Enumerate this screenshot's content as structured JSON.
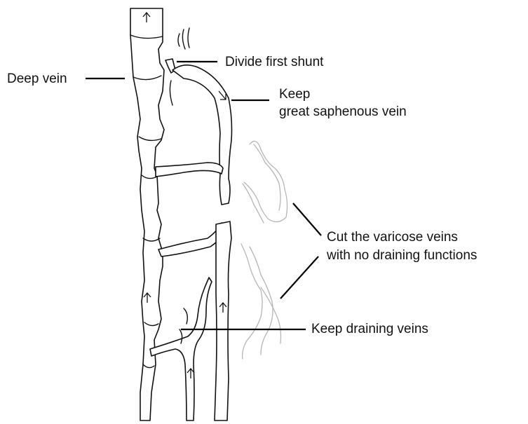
{
  "labels": {
    "deep_vein": "Deep vein",
    "divide_first_shunt": "Divide first shunt",
    "keep_gsv_line1": "Keep",
    "keep_gsv_line2": "great saphenous vein",
    "cut_varicose_line1": "Cut the varicose veins",
    "cut_varicose_line2": "with no draining functions",
    "keep_draining": "Keep draining veins"
  }
}
